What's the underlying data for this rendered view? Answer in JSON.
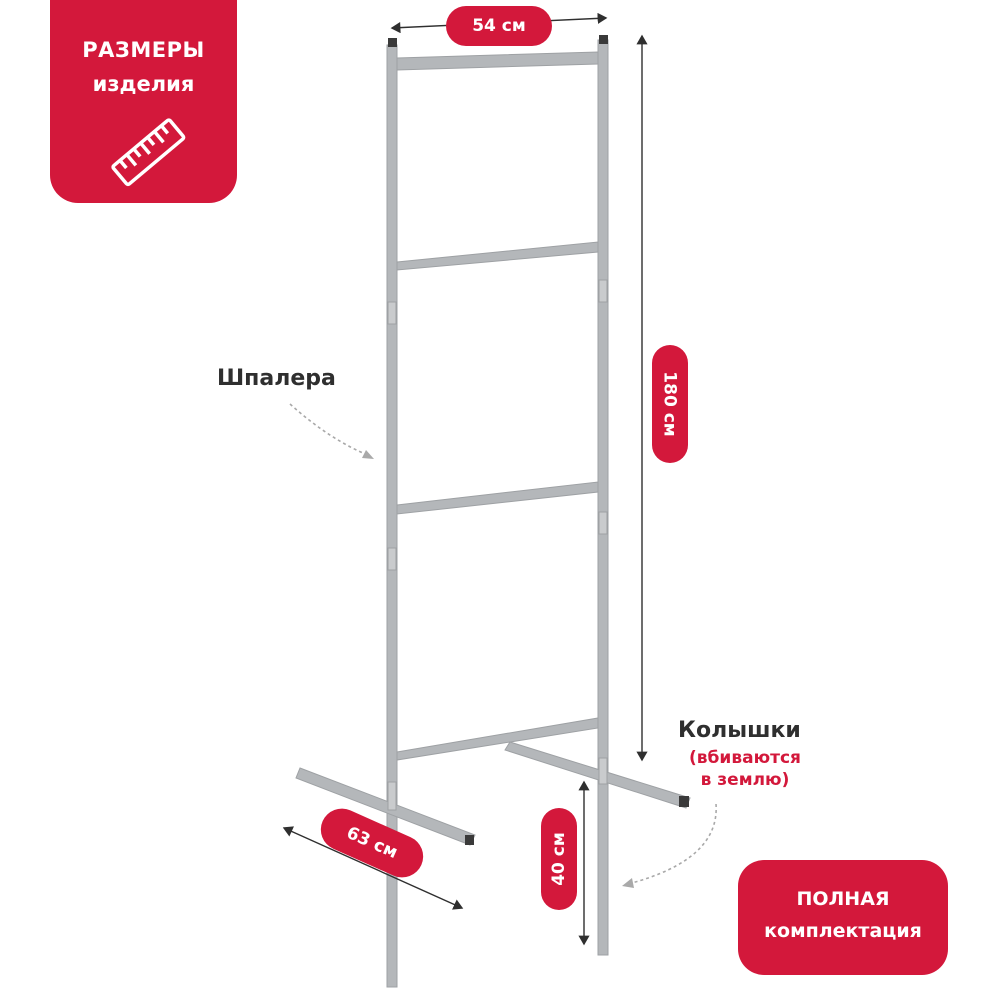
{
  "badge_top": {
    "line1": "РАЗМЕРЫ",
    "line2": "изделия",
    "icon": "ruler-icon"
  },
  "badge_bottom": {
    "line1": "ПОЛНАЯ",
    "line2": "комплектация"
  },
  "labels": {
    "trellis": "Шпалера",
    "stakes": "Колышки",
    "stakes_note_1": "(вбиваются",
    "stakes_note_2": "в землю)"
  },
  "dimensions": {
    "width": "54 см",
    "height": "180 см",
    "base_length": "63 см",
    "stake_depth": "40 см"
  },
  "colors": {
    "accent": "#d3183b",
    "metal": "#a7aaad",
    "text": "#2f2f2f"
  }
}
